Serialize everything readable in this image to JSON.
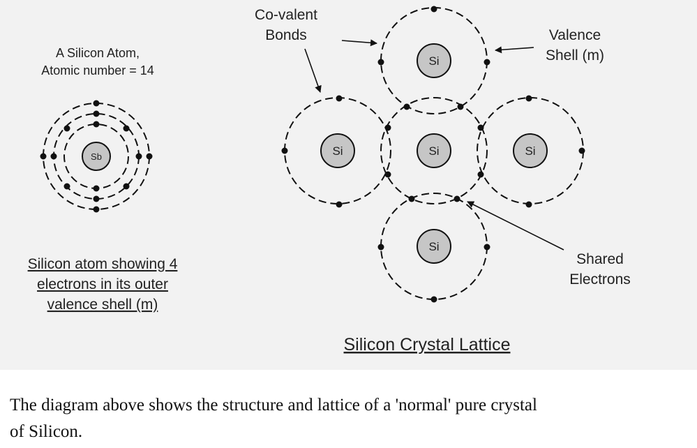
{
  "diagram": {
    "single_atom": {
      "title_line1": "A Silicon Atom,",
      "title_line2": "Atomic number = 14",
      "nucleus_label": "Sb",
      "desc_line1": "Silicon atom showing 4",
      "desc_line2": "electrons in its outer",
      "desc_line3": "valence shell (m)"
    },
    "lattice": {
      "nucleus_label": "Si",
      "covalent_line1": "Co-valent",
      "covalent_line2": "Bonds",
      "valence_line1": "Valence",
      "valence_line2": "Shell (m)",
      "shared_line1": "Shared",
      "shared_line2": "Electrons",
      "title": "Silicon Crystal Lattice"
    }
  },
  "caption": {
    "line1": "The diagram above shows the structure and lattice of a 'normal' pure crystal",
    "line2": "of Silicon."
  }
}
